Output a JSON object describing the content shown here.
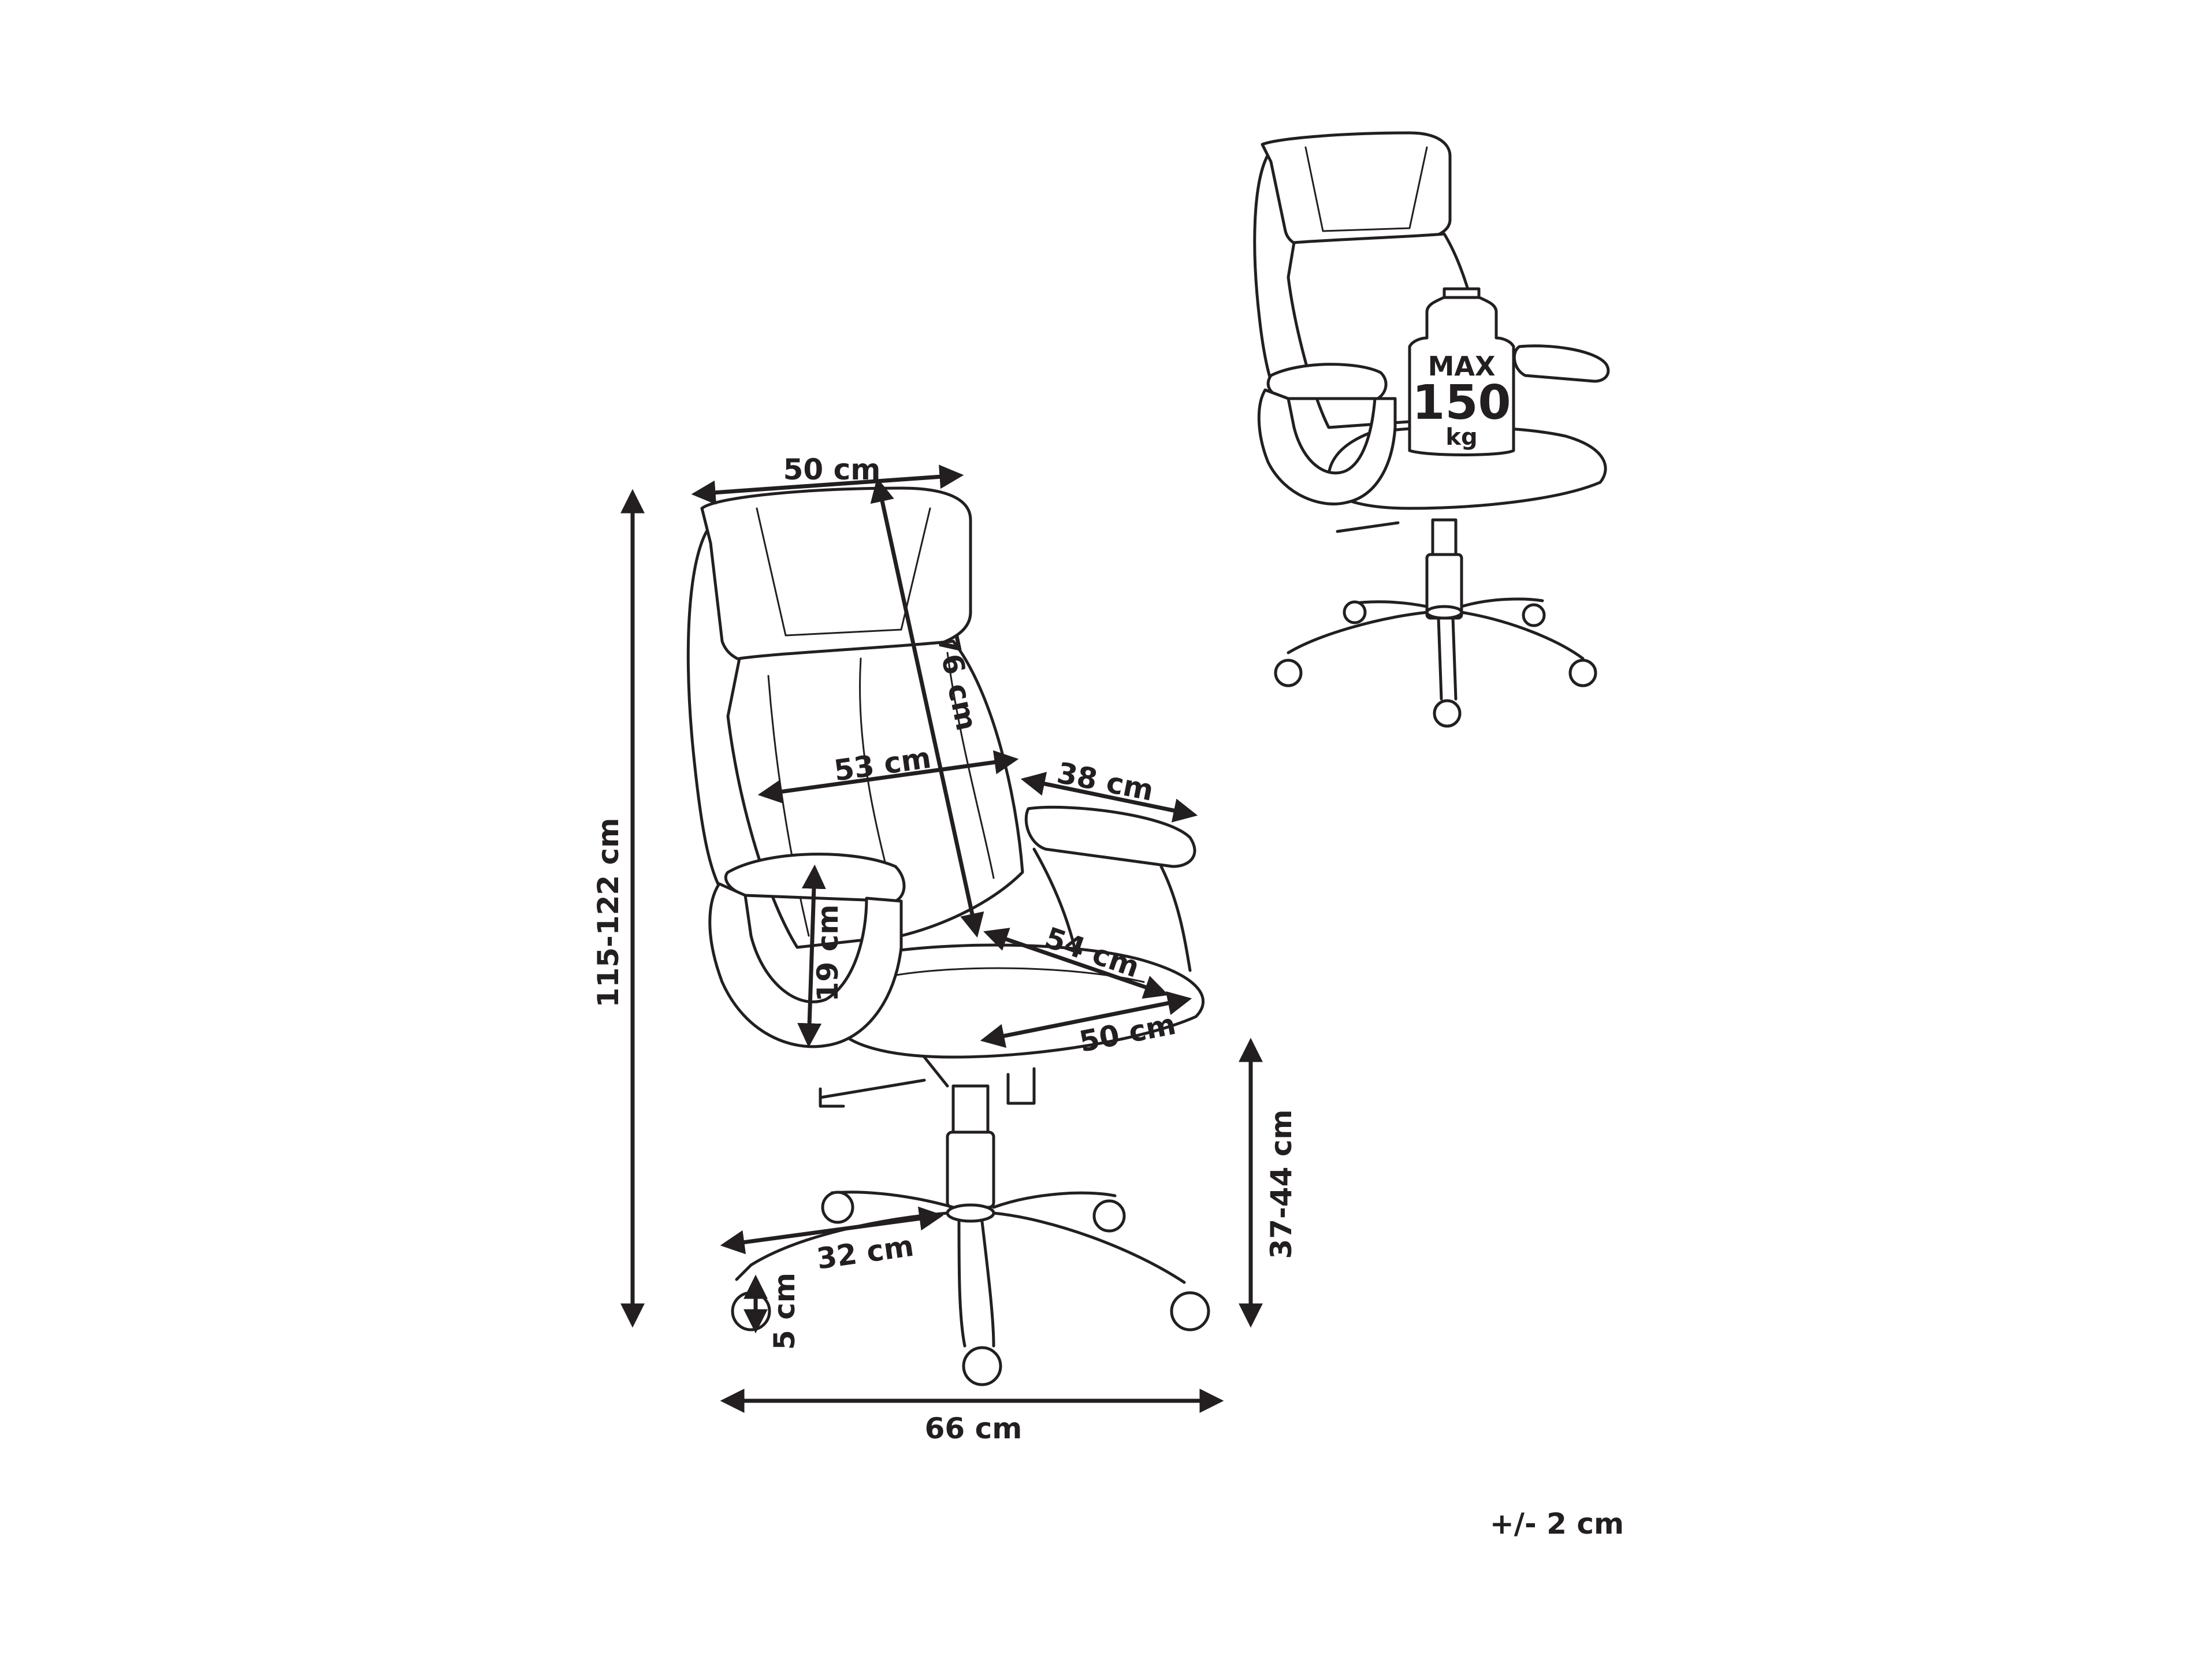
{
  "dimensions": {
    "headrest_width": "50 cm",
    "backrest_height": "76 cm",
    "backrest_width": "53 cm",
    "armrest_length": "38 cm",
    "seat_depth": "54 cm",
    "armrest_height": "19 cm",
    "seat_width": "50 cm",
    "total_height": "115-122 cm",
    "seat_height": "37-44 cm",
    "base_radius": "32 cm",
    "caster_height": "5 cm",
    "base_width": "66 cm"
  },
  "load": {
    "max": "MAX",
    "value": "150",
    "unit": "kg"
  },
  "tolerance": "+/- 2 cm"
}
